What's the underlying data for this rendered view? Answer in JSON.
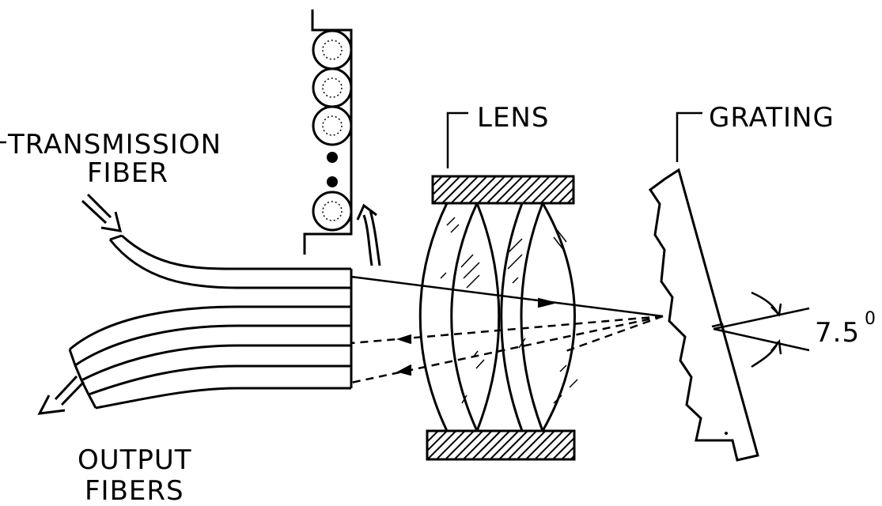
{
  "labels": {
    "transmission_line1": "TRANSMISSION",
    "transmission_line2": "FIBER",
    "output_line1": "OUTPUT",
    "output_line2": "FIBERS",
    "lens": "LENS",
    "grating": "GRATING",
    "angle_value": "7.5",
    "angle_unit": "0"
  },
  "colors": {
    "ink": "#000000",
    "background": "#ffffff"
  }
}
